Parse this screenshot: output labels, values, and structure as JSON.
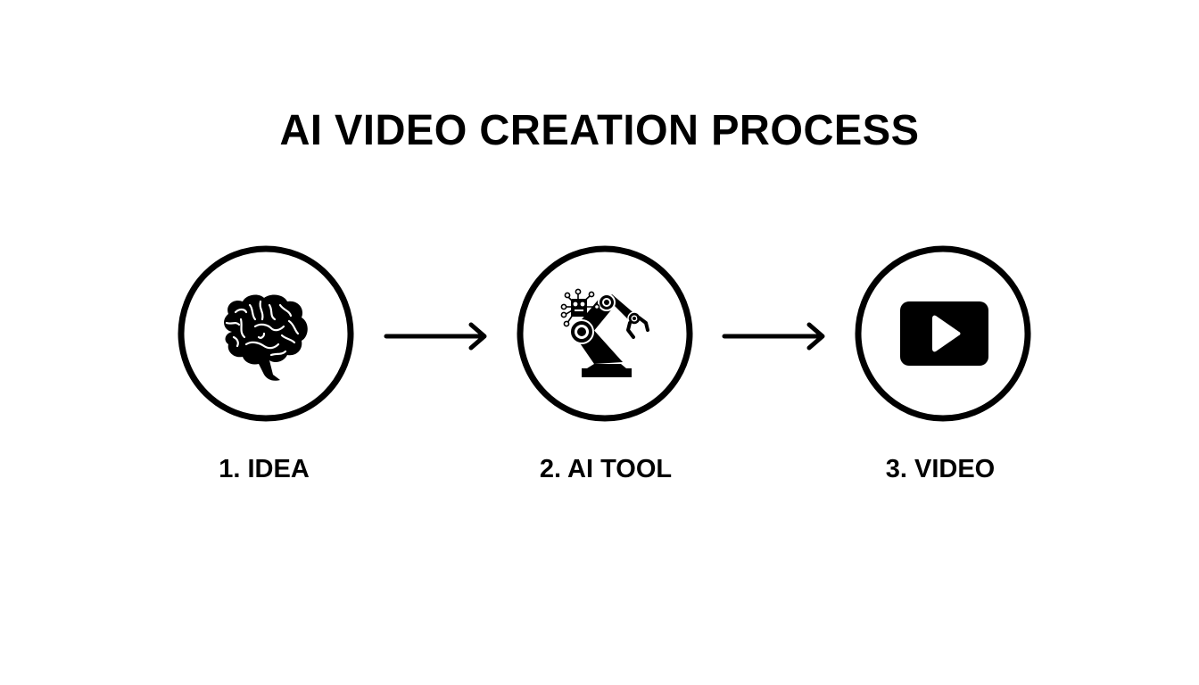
{
  "diagram": {
    "title": "AI VIDEO CREATION PROCESS",
    "steps": [
      {
        "label": "1. IDEA",
        "icon": "brain-icon"
      },
      {
        "label": "2. AI TOOL",
        "icon": "robot-arm-icon"
      },
      {
        "label": "3. VIDEO",
        "icon": "play-video-icon"
      }
    ],
    "connectors": [
      {
        "from": "1. IDEA",
        "to": "2. AI TOOL",
        "icon": "arrow-right-icon"
      },
      {
        "from": "2. AI TOOL",
        "to": "3. VIDEO",
        "icon": "arrow-right-icon"
      }
    ],
    "colors": {
      "background": "#ffffff",
      "foreground": "#000000"
    }
  }
}
